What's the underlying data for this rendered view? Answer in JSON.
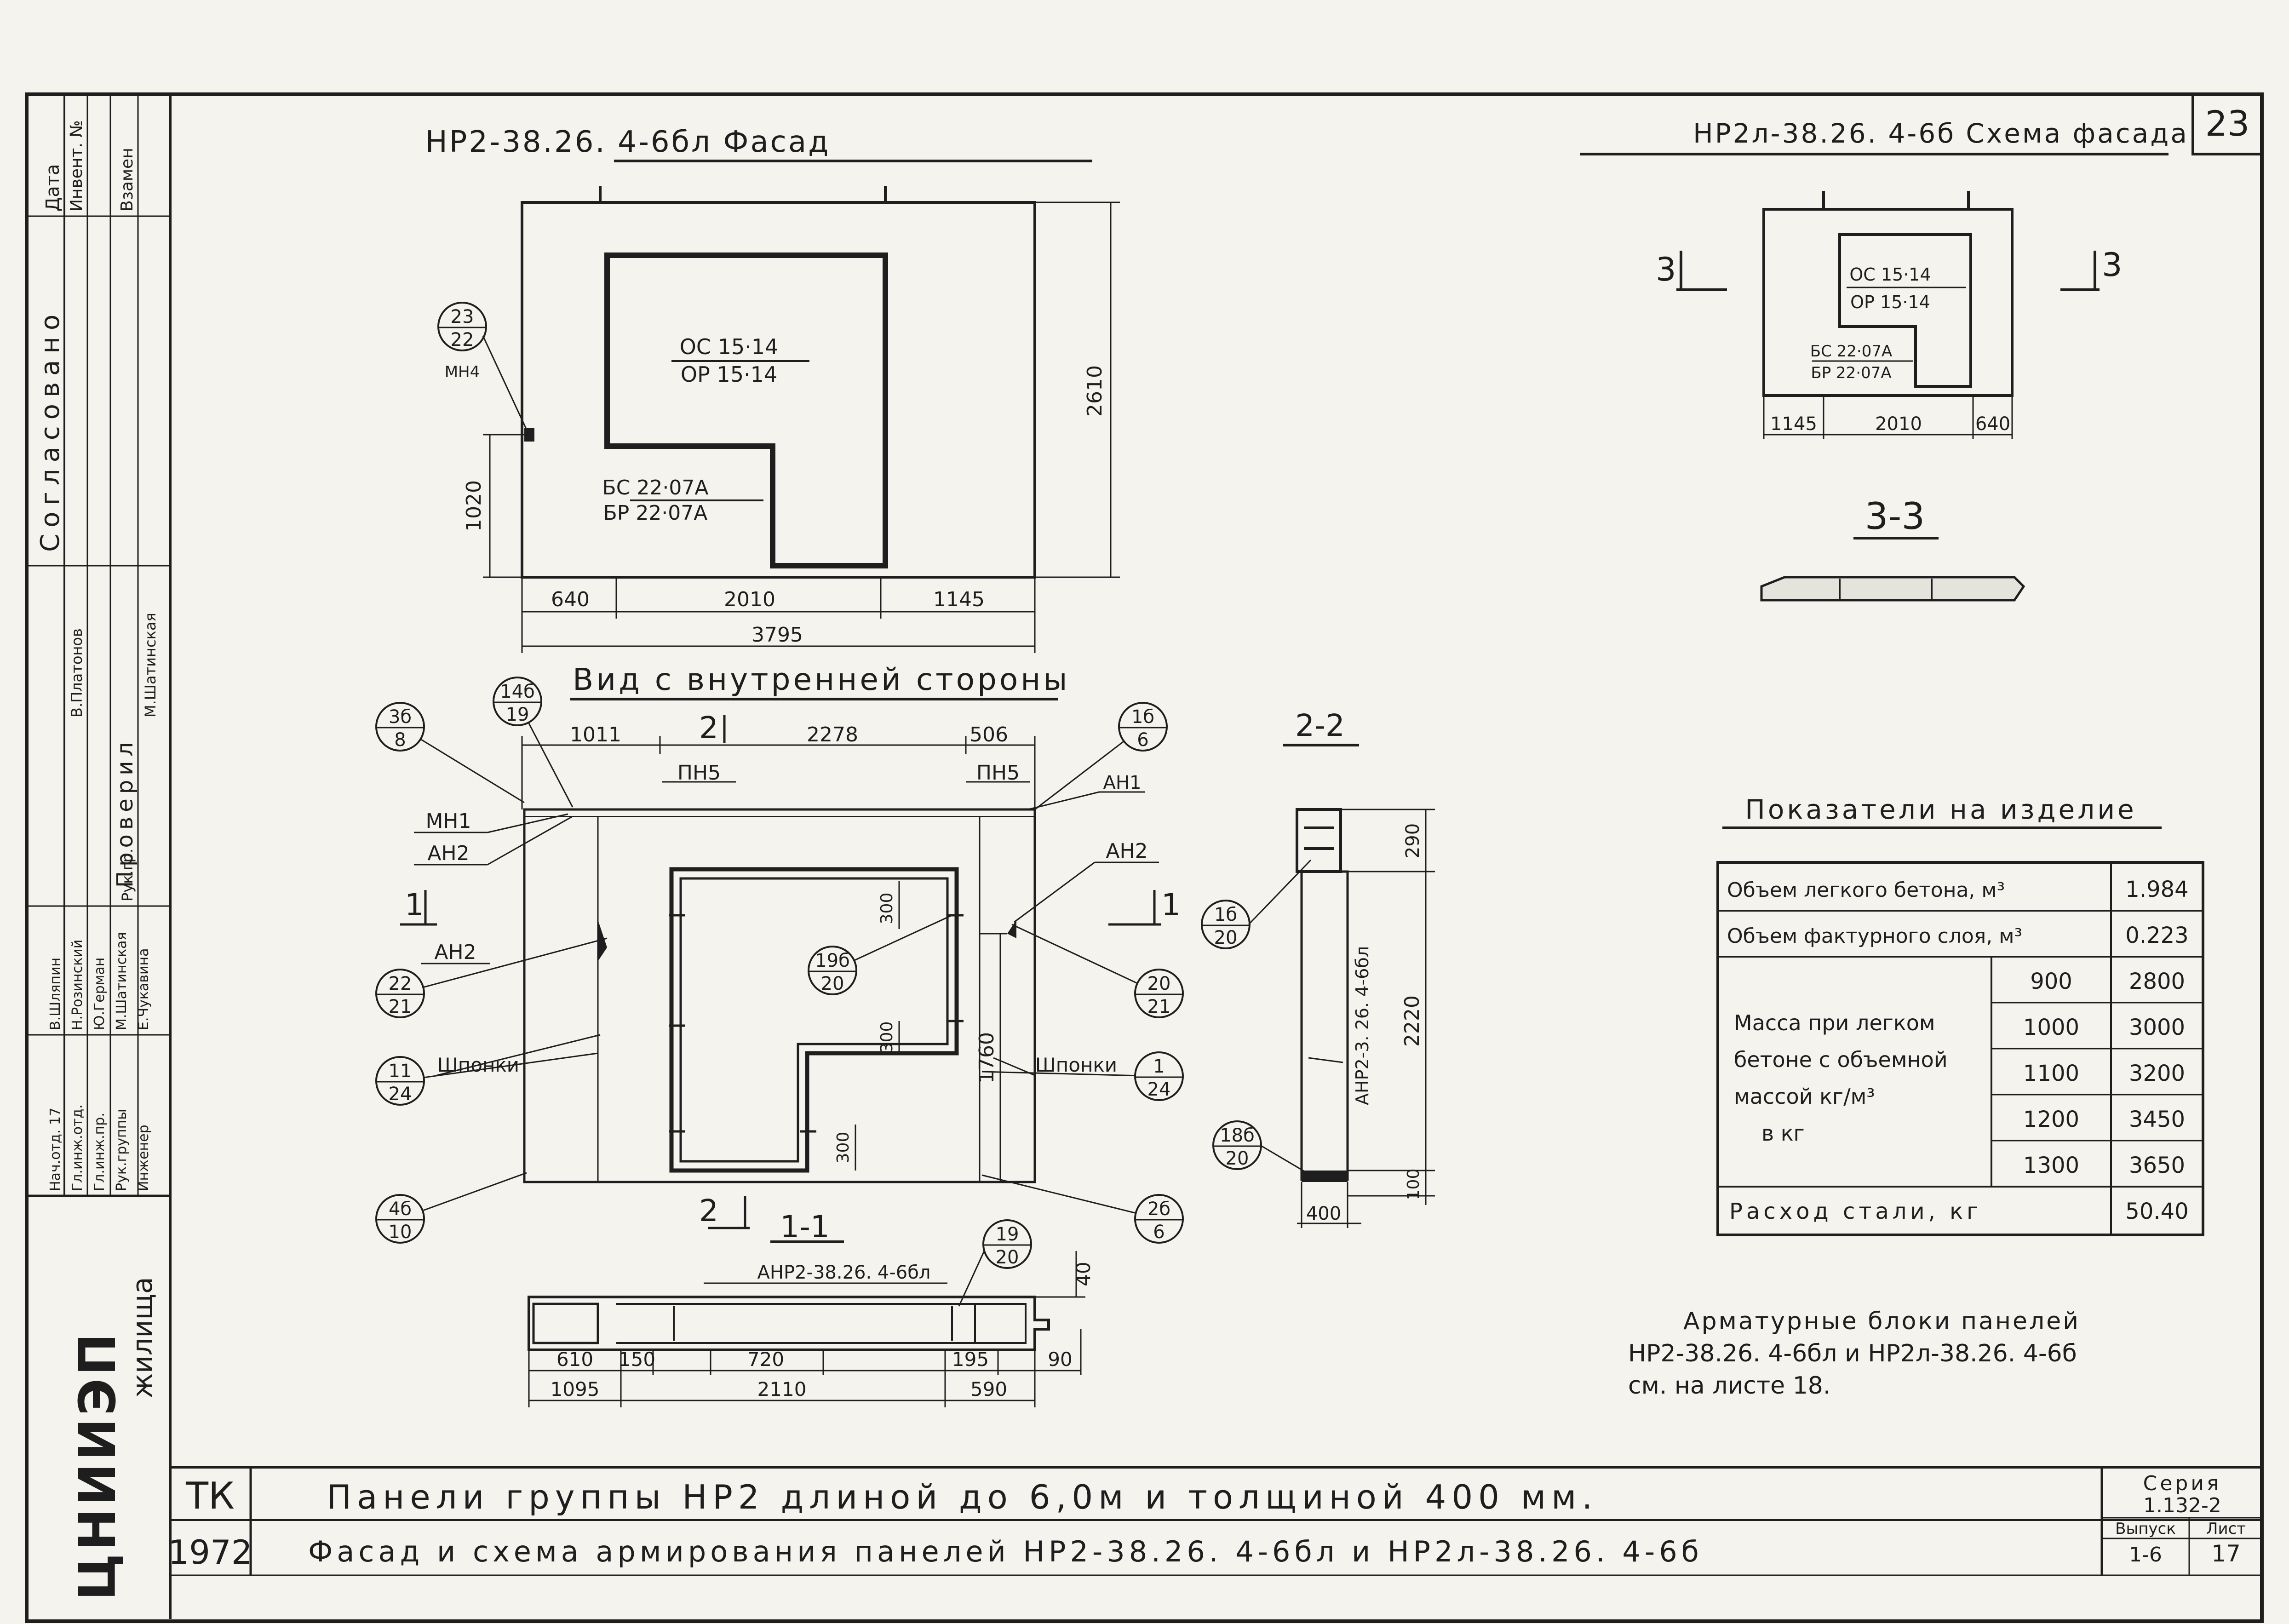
{
  "sheet_number": "23",
  "facade": {
    "title": "НР2-38.26. 4-6бл Фасад",
    "window_top": "ОС 15·14",
    "window_bottom": "ОР 15·14",
    "door_top": "БС 22·07А",
    "door_bottom": "БР 22·07А",
    "dim_height": "2610",
    "dim_side": "1020",
    "dim_left": "640",
    "dim_mid": "2010",
    "dim_right": "1145",
    "dim_total": "3795",
    "callout_top": "23",
    "callout_bottom": "22",
    "callout_label": "МН4"
  },
  "scheme": {
    "title": "НР2л-38.26. 4-6б Схема фасада",
    "window_top": "ОС 15·14",
    "window_bottom": "ОР 15·14",
    "door_top": "БС 22·07А",
    "door_bottom": "БР 22·07А",
    "dim_left": "1145",
    "dim_mid": "2010",
    "dim_right": "640",
    "mark": "3",
    "section_title": "3-3"
  },
  "inside": {
    "title": "Вид с внутренней стороны",
    "dim_a": "1011",
    "dim_b": "2278",
    "dim_c": "506",
    "pn5_left": "ПН5",
    "pn5_right": "ПН5",
    "mark_2": "2",
    "mark_1": "1",
    "an1": "АН1",
    "mn1": "МН1",
    "an2_a": "АН2",
    "an2_b": "АН2",
    "an2_right": "АН2",
    "shponki_left": "Шпонки",
    "shponki_right": "Шпонки",
    "dim_300a": "300",
    "dim_300b": "300",
    "dim_300c": "300",
    "dim_1760": "1760",
    "callouts": [
      {
        "top": "3б",
        "bottom": "8"
      },
      {
        "top": "14б",
        "bottom": "19"
      },
      {
        "top": "1б",
        "bottom": "6"
      },
      {
        "top": "22",
        "bottom": "21"
      },
      {
        "top": "11",
        "bottom": "24"
      },
      {
        "top": "19б",
        "bottom": "20"
      },
      {
        "top": "20",
        "bottom": "21"
      },
      {
        "top": "1",
        "bottom": "24"
      },
      {
        "top": "4б",
        "bottom": "10"
      },
      {
        "top": "2б",
        "bottom": "6"
      }
    ]
  },
  "section11": {
    "title": "1-1",
    "label": "АНР2-38.26. 4-6бл",
    "callout_top": "19",
    "callout_bottom": "20",
    "dims": [
      "610",
      "150",
      "720",
      "195",
      "90",
      "1095",
      "2110",
      "590",
      "40"
    ]
  },
  "section22": {
    "title": "2-2",
    "label": "АНР2-3. 26. 4-6бл",
    "dim_290": "290",
    "dim_2220": "2220",
    "dim_100": "100",
    "dim_400": "400",
    "callout_a_top": "1б",
    "callout_a_bottom": "20",
    "callout_b_top": "18б",
    "callout_b_bottom": "20"
  },
  "indicators": {
    "title": "Показатели на изделие",
    "rows": [
      {
        "label": "Объем легкого бетона, м³",
        "value": "1.984"
      },
      {
        "label": "Объем фактурного слоя, м³",
        "value": "0.223"
      }
    ],
    "mass_label": [
      "Масса при легком",
      "бетоне с объемной",
      "массой  кг/м³",
      "в кг"
    ],
    "mass_rows": [
      {
        "density": "900",
        "mass": "2800"
      },
      {
        "density": "1000",
        "mass": "3000"
      },
      {
        "density": "1100",
        "mass": "3200"
      },
      {
        "density": "1200",
        "mass": "3450"
      },
      {
        "density": "1300",
        "mass": "3650"
      }
    ],
    "steel_label": "Расход стали, кг",
    "steel_value": "50.40"
  },
  "note": [
    "Арматурные блоки панелей",
    "НР2-38.26. 4-6бл и  НР2л-38.26. 4-6б",
    "см. на листе  18."
  ],
  "stamp": {
    "code": "ТК",
    "year": "1972",
    "line1": "Панели группы НР2 длиной до 6,0м и толщиной 400 мм.",
    "line2": "Фасад и схема армирования панелей НР2-38.26. 4-6бл и НР2л-38.26. 4-6б",
    "series_label": "Серия",
    "series": "1.132-2",
    "issue_label": "Выпуск",
    "issue": "1-6",
    "sheet_label": "Лист",
    "sheet": "17",
    "org": "ЦНИИЭП",
    "org2": "жилища"
  },
  "side": {
    "agreed": "Согласовано",
    "date": "Дата",
    "inv": "Инвент. №",
    "replace": "Взамен",
    "checked": "Проверил",
    "signer1": "В.Платонов",
    "signer2": "М.Шатинская",
    "role_rgr": "Рук.гр.",
    "roles": [
      "Нач.отд. 17",
      "Гл.инж.отд.",
      "Гл.инж.пр.",
      "Рук.группы",
      "Инженер"
    ],
    "names": [
      "В.Шляпин",
      "Н.Розинский",
      "Ю.Герман",
      "М.Шатинская",
      "Е.Чукавина"
    ]
  }
}
